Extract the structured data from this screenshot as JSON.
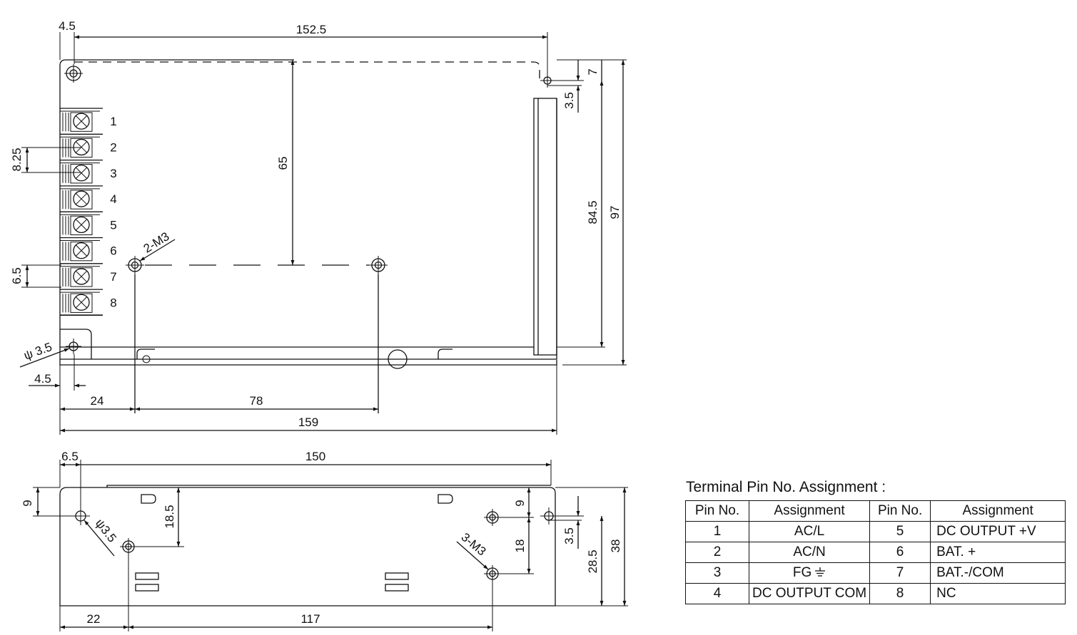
{
  "top_view": {
    "dims": {
      "d_4_5_top": "4.5",
      "d_152_5": "152.5",
      "d_7": "7",
      "d_3_5_right": "3.5",
      "d_65": "65",
      "d_84_5": "84.5",
      "d_97": "97",
      "d_8_25": "8.25",
      "d_6_5_left": "6.5",
      "d_2_m3": "2-M3",
      "d_phi_3_5": "ψ 3.5",
      "d_4_5_bottom": "4.5",
      "d_24": "24",
      "d_78": "78",
      "d_159": "159"
    },
    "terminal_numbers": [
      "1",
      "2",
      "3",
      "4",
      "5",
      "6",
      "7",
      "8"
    ]
  },
  "side_view": {
    "dims": {
      "d_6_5": "6.5",
      "d_150": "150",
      "d_9_left": "9",
      "d_18_5": "18.5",
      "d_phi_3_5": "ψ3.5",
      "d_9_right": "9",
      "d_18": "18",
      "d_3_m3": "3-M3",
      "d_3_5": "3.5",
      "d_28_5": "28.5",
      "d_38": "38",
      "d_22": "22",
      "d_117": "117"
    }
  },
  "pin_table": {
    "title": "Terminal Pin No. Assignment :",
    "headers": [
      "Pin No.",
      "Assignment",
      "Pin No.",
      "Assignment"
    ],
    "rows": [
      [
        "1",
        "AC/L",
        "5",
        "DC OUTPUT +V"
      ],
      [
        "2",
        "AC/N",
        "6",
        "BAT. +"
      ],
      [
        "3",
        "FG",
        "7",
        "BAT.-/COM"
      ],
      [
        "4",
        "DC OUTPUT COM",
        "8",
        "NC"
      ]
    ]
  }
}
